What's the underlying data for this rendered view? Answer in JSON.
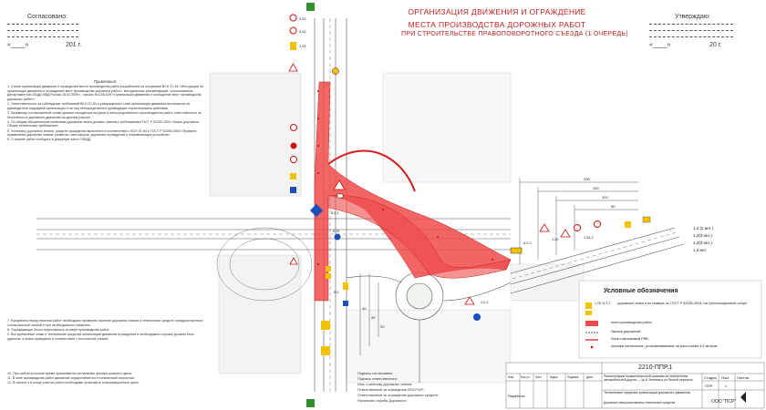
{
  "header": {
    "left_approval": "Согласовано:",
    "left_year_suffix": "201  г.",
    "left_date_prefix": "«____»",
    "right_approval": "Утверждаю:",
    "right_year_suffix": "20   г.",
    "right_date_prefix": "«____»",
    "title_1": "ОРГАНИЗАЦИЯ ДВИЖЕНИЯ И ОГРАЖДЕНИЕ",
    "title_2": "МЕСТА ПРОИЗВОДСТВА ДОРОЖНЫХ РАБОТ",
    "title_3": "ПРИ СТРОИТЕЛЬСТВЕ ПРАВОПОВОРОТНОГО СЪЕЗДА (1 ОЧЕРЕДЬ)"
  },
  "notes": {
    "heading": "Примечания:",
    "items": [
      "1. Схема организации движения и ограждения места производства работ разработана на основании ВСН 37-84 «Инструкция по организации движения и ограждению мест производства дорожных работ», методических рекомендаций, согласованных Департаментом ОБДД МВД России 18.02.2009 г., письмо №13/6-629 «Организация движения и ограждение мест производства дорожных работ».",
      "2. Ответственность за соблюдение требований ВСН 37-84 и утвержденных схем организации движения возлагается на руководителя подрядной организации и на лиц непосредственно руководящих строительными работами.",
      "3. Экземпляр согласованной схемы должен находиться на руках у непосредственного производителя работ, ответственного за безопасность дорожного движения на данном участке.",
      "4. По общим обязательным свойствам дорожные знаки должны отвечать требованиям ГОСТ Р 52290-2004 «Знаки дорожные. Общие технические требования».",
      "5. Установку дорожных знаков, средств ограждения выполнять в соответствии с ВСН 37-84 и ГОСТ Р 52289-2004 «Правила применения дорожных знаков, разметки, светофоров, дорожных ограждений и направляющих устройств».",
      "6. О начале работ сообщить в дежурную часть ГИБДД."
    ],
    "items_2": [
      "7. Ежедневно перед началом работ необходимо проверять наличие дорожных знаков и технических средств, предусмотренных согласованной схемой и при необходимости заменять.",
      "8. Ограждающие блоки переставлять по мере производства работ.",
      "9. Все временные знаки и технические средства организации движения ограждения в необходимых случаях должны быть удалены, а знаки приведены в соответствие с постоянной схемой."
    ],
    "items_3": [
      "10. При работе в ночное время применяются сигнальные фонари красного цвета.",
      "11. В зоне производства работ движение осуществляется с пониженной скоростью.",
      "12. В начале и в конце участка работ необходимо установить информационные щиты."
    ]
  },
  "legend": {
    "title": "Условные обозначения",
    "items": [
      {
        "code": "1.25 / 8.2.1",
        "text": "- дорожные знаки и их номера по ГОСТ Р 52290-2004; на трехпозиционной опоре"
      },
      {
        "code": "",
        "text": "- зона производства работ;"
      },
      {
        "code": "",
        "text": "- барьер дорожный;"
      },
      {
        "code": "",
        "text": "- блок пластиковый FBB;"
      },
      {
        "code": "",
        "text": "- фонари сигнальные, устанавливаемые на расстоянии 3-5 метров."
      }
    ]
  },
  "stamp": {
    "code": "2210-ППР.1",
    "description": "Реконструкция правоповоротной развязки на пересечении автомобильной дороги — ул.Б.Зелёная и ул.Лесной переулок",
    "section": "Технические средства организации дорожного движения",
    "sheet_title": "Дорожные знаки расставлены технические средства",
    "stage_label": "Стадия",
    "sheet_label": "Лист",
    "sheets_label": "Листов",
    "stage": "ППР",
    "sheet": "1",
    "org": "ООО \"ПСР\"",
    "col_izm": "Изм.",
    "col_kol": "Кол.уч",
    "col_list": "Лист",
    "col_doc": "№док.",
    "col_sign": "Подпись",
    "col_date": "Дата",
    "developer": "Разработал"
  },
  "signatures": [
    "Подпись согласовано:",
    "Подпись ответственного:",
    "Инж. к монтажу дорожных знаков:",
    "Ответственный за ограждение ИОО/ТАР:",
    "Ответственный за ограждение дорожных средств:",
    "Начальник службы Дорожного:"
  ],
  "map_labels": {
    "sign_codes": [
      "8.2.1",
      "3.20",
      "3.24",
      "1.25",
      "4.2.2",
      "5.15",
      "1.20",
      "1.34.2",
      "8.2.2",
      "6.4"
    ],
    "lanes": [
      "1,2 (2 инт.)",
      "1,2(3 инт.)",
      "1,2(3 инт.)",
      "1,2 инт."
    ],
    "dims": [
      "20",
      "30",
      "40",
      "50",
      "100",
      "150",
      "200"
    ]
  },
  "colors": {
    "work_zone": "#ef4a4a",
    "road_line": "#555555",
    "title_red": "#c02020",
    "sign_yellow": "#f2c200",
    "sign_red": "#d01010",
    "sign_blue": "#1d4fb8",
    "signal_green": "#2f8f2f"
  }
}
